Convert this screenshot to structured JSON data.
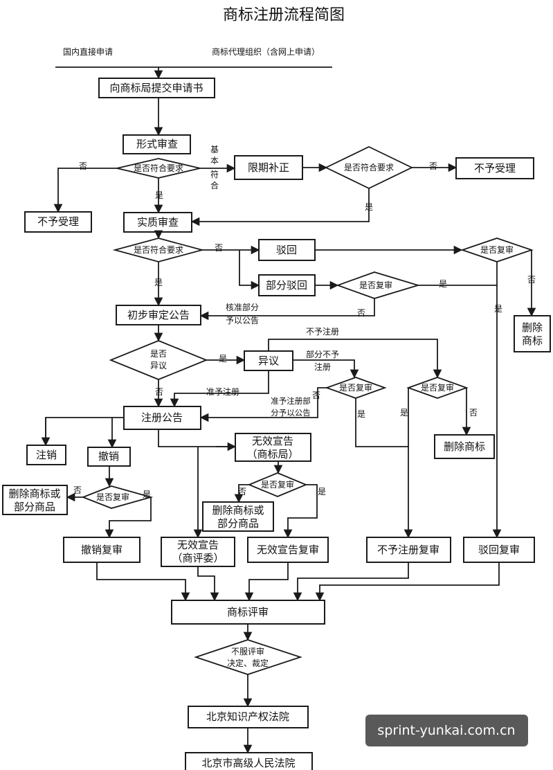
{
  "title": "商标注册流程简图",
  "sources": {
    "direct": "国内直接申请",
    "agency": "商标代理组织（含网上申请）"
  },
  "nodes": {
    "submit": "向商标局提交申请书",
    "formal_review": "形式审查",
    "formal_ok": "是否符合要求",
    "not_accepted_left": "不予受理",
    "correct": "限期补正",
    "correct_ok": "是否符合要求",
    "not_accepted_right": "不予受理",
    "substantive": "实质审查",
    "substantive_ok": "是否符合要求",
    "reject": "驳回",
    "partial_reject": "部分驳回",
    "review_q1": "是否复审",
    "review_q2": "是否复审",
    "delete_mark_1": [
      "删除",
      "商标"
    ],
    "prelim_notice": "初步审定公告",
    "objection_q": [
      "是否",
      "异议"
    ],
    "objection": "异议",
    "review_q3": "是否复审",
    "review_q4": "是否复审",
    "delete_mark_2": "删除商标",
    "reg_notice": "注册公告",
    "cancel": "注销",
    "revoke": "撤销",
    "invalid_office": [
      "无效宣告",
      "（商标局）"
    ],
    "review_q5": "是否复审",
    "delete_goods_1": [
      "删除商标或",
      "部分商品"
    ],
    "review_q6": "是否复审",
    "delete_goods_2": [
      "删除商标或",
      "部分商品"
    ],
    "revoke_review": "撤销复审",
    "invalid_board": [
      "无效宣告",
      "（商评委）"
    ],
    "invalid_review": "无效宣告复审",
    "refuse_reg_review": "不予注册复审",
    "reject_review": "驳回复审",
    "board_review": "商标评审",
    "dissatisfied": [
      "不服评审",
      "决定、裁定"
    ],
    "ip_court": "北京知识产权法院",
    "high_court": "北京市高级人民法院"
  },
  "labels": {
    "no": "否",
    "yes": "是",
    "basic_fit": [
      "基",
      "本",
      "符",
      "合"
    ],
    "approve_part": [
      "核准部分",
      "予以公告"
    ],
    "refuse_reg": "不予注册",
    "partial_refuse": [
      "部分不予",
      "注册"
    ],
    "approve_reg": "准予注册",
    "approve_part_notice": [
      "准予注册部",
      "分予以公告"
    ]
  },
  "watermark": "sprint-yunkai.com.cn"
}
